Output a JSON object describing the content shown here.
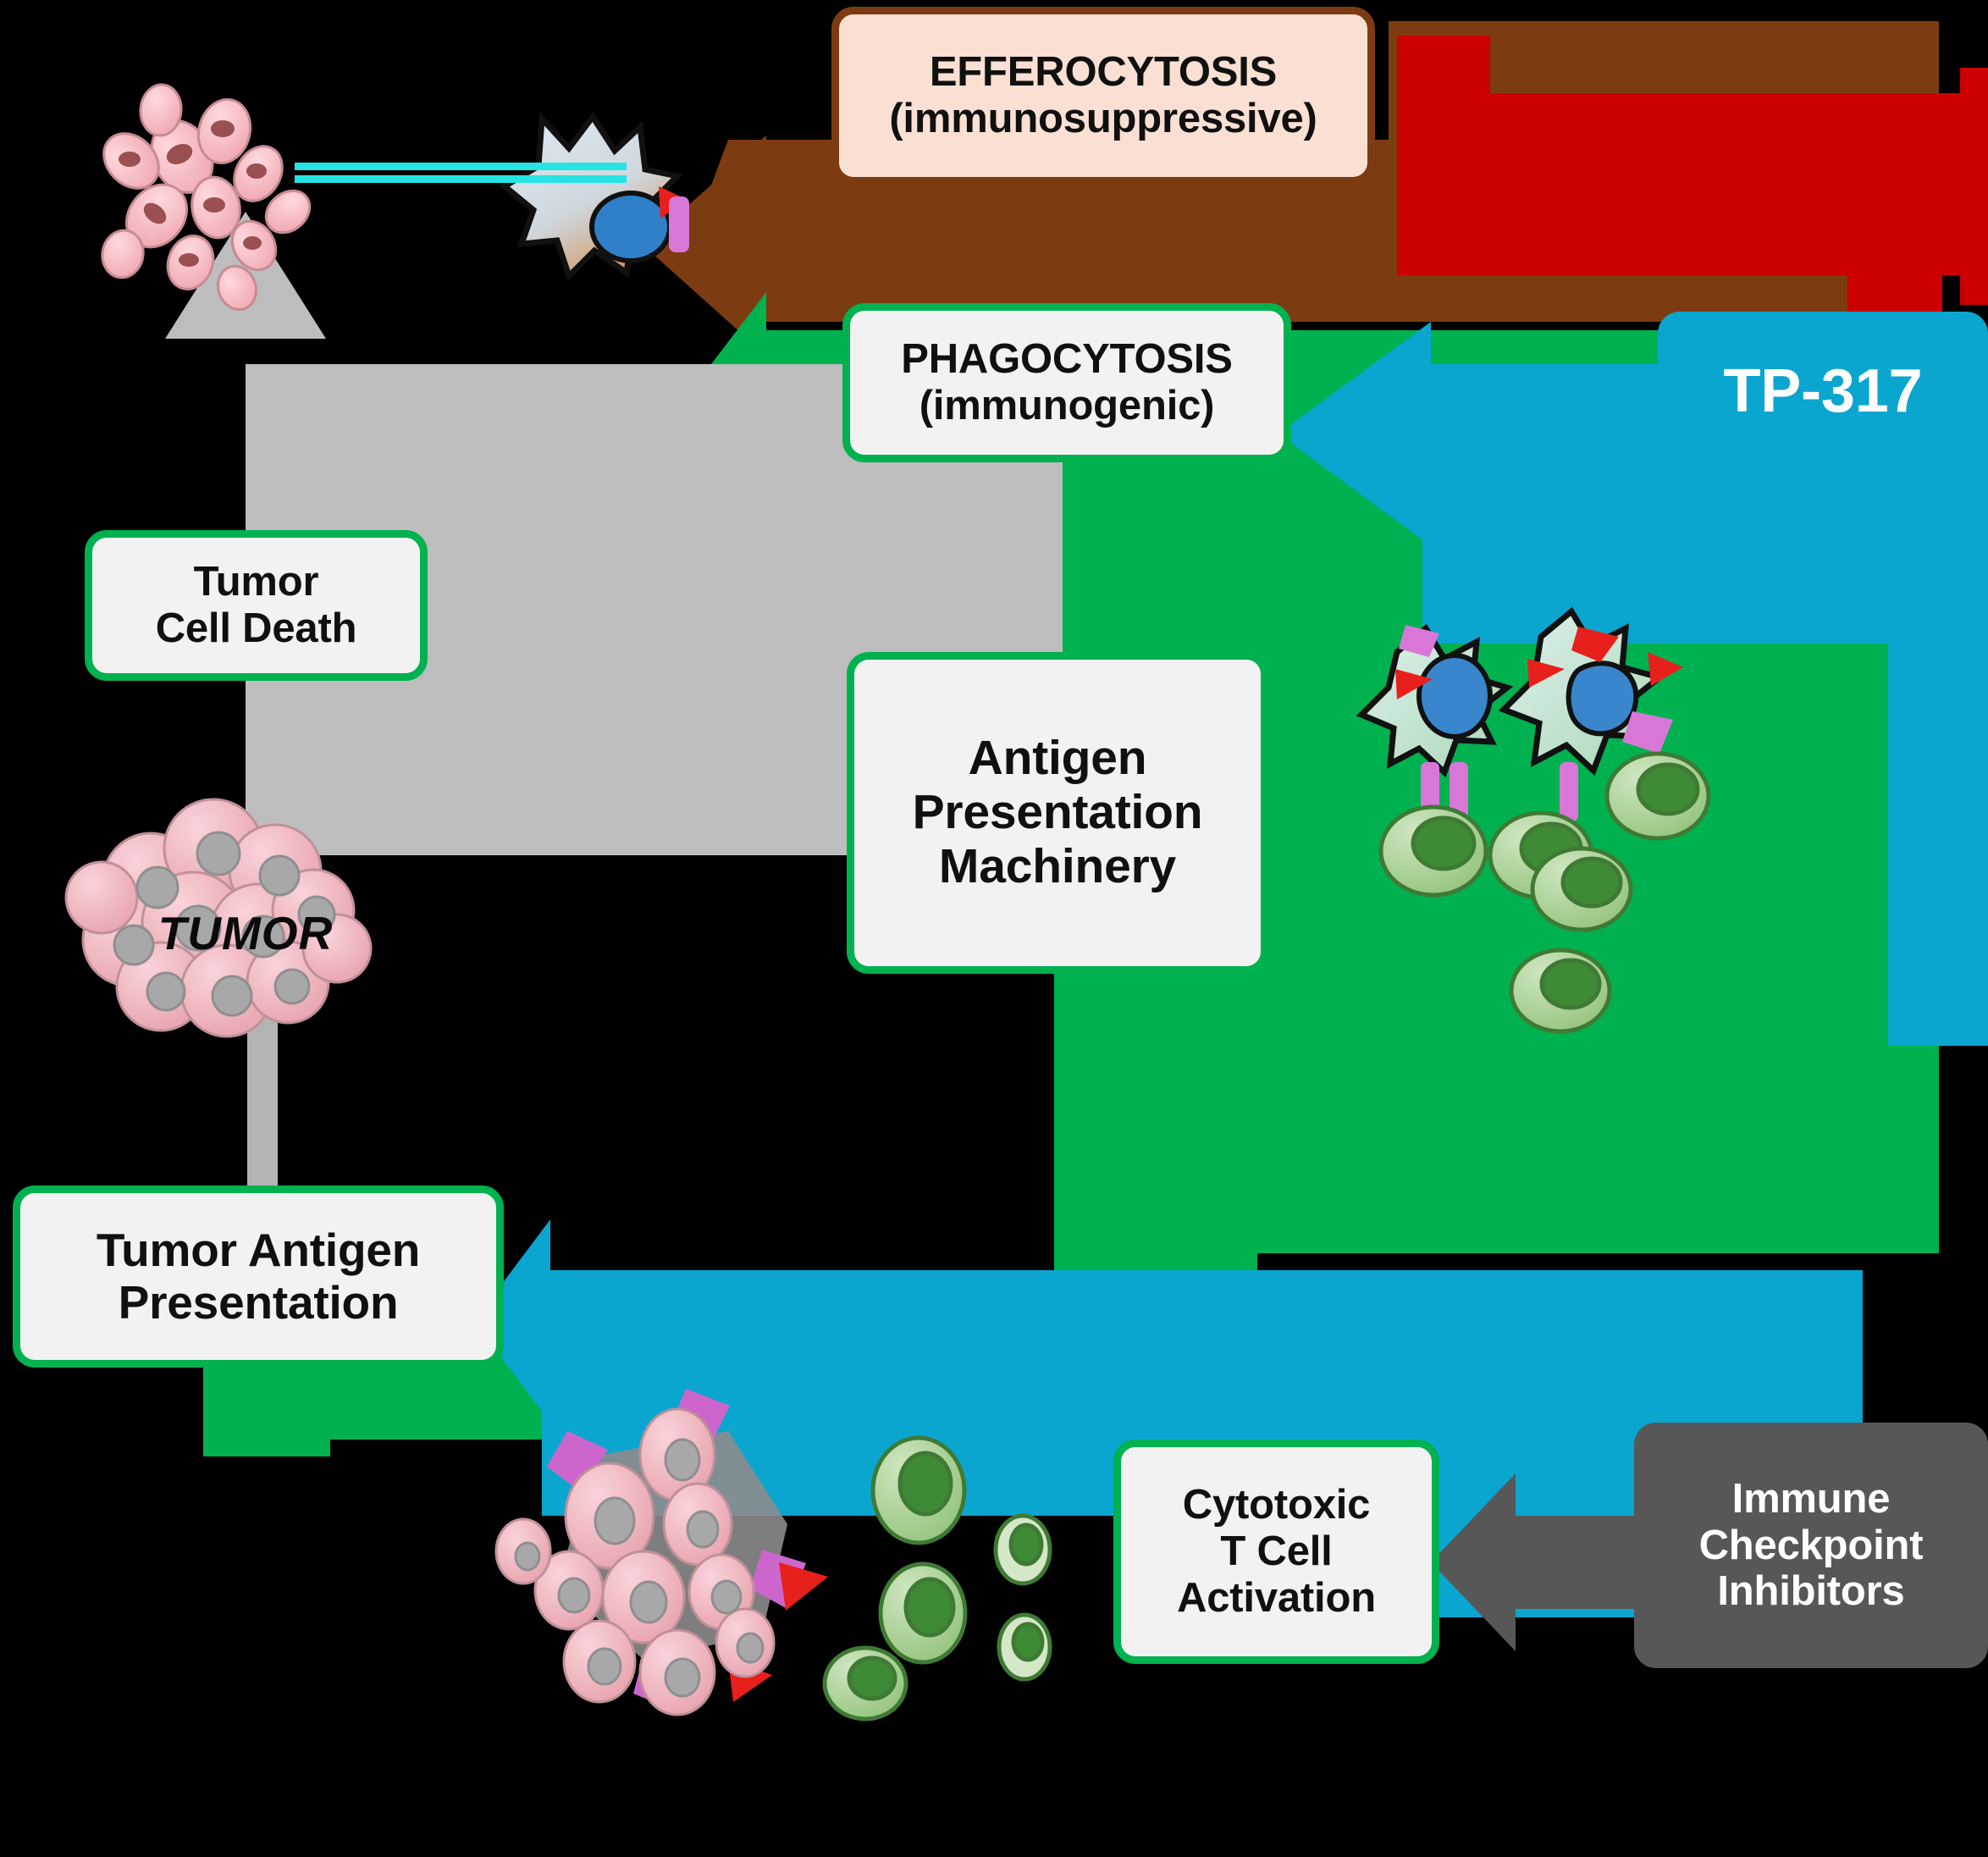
{
  "diagram": {
    "title": "Tumor immunity cycle — efferocytosis vs phagocytosis",
    "background_color": "#000000"
  },
  "boxes": {
    "efferocytosis": {
      "line1": "EFFEROCYTOSIS",
      "line2": "(immunosuppressive)",
      "fill": "#fae0d2",
      "border": "#7d3b12"
    },
    "phagocytosis": {
      "line1": "PHAGOCYTOSIS",
      "line2": "(immunogenic)",
      "fill": "#f2f2f2",
      "border": "#00b14f"
    },
    "tumor_cell_death": {
      "text": "Tumor\nCell Death",
      "fill": "#f2f2f2",
      "border": "#00b14f"
    },
    "antigen_presentation_machinery": {
      "text": "Antigen\nPresentation\nMachinery",
      "fill": "#f2f2f2",
      "border": "#00b14f"
    },
    "tumor_antigen_presentation": {
      "text": "Tumor Antigen\nPresentation",
      "fill": "#f2f2f2",
      "border": "#00b14f"
    },
    "cytotoxic_t_cell_activation": {
      "text": "Cytotoxic\nT Cell\nActivation",
      "fill": "#f2f2f2",
      "border": "#00b14f"
    },
    "tp317": {
      "text": "TP-317",
      "fill": "#0aa6cf",
      "text_color": "#ffffff"
    },
    "immune_checkpoint_inhibitors": {
      "text": "Immune\nCheckpoint\nInhibitors",
      "fill": "#575757",
      "text_color": "#ffffff"
    }
  },
  "labels": {
    "tumor": "TUMOR"
  },
  "arrows": [
    {
      "name": "efferocytosis-arrow",
      "color": "#7d3b12"
    },
    {
      "name": "phagocytosis-arrow",
      "color": "#00b14f"
    },
    {
      "name": "suppression-arrow",
      "color": "#cc0000"
    },
    {
      "name": "tp317-arrow",
      "color": "#0aa6cf"
    },
    {
      "name": "tumor-cell-death-arrow",
      "color": "#b3b3b3"
    },
    {
      "name": "checkpoint-inhibitor-arrow",
      "color": "#575757"
    }
  ],
  "cells": {
    "apoptotic_debris": "apoptotic tumor cell fragments",
    "macrophage": "macrophage engulfing tumor debris",
    "tumor_cluster": "tumor cell cluster",
    "antigen_presenting_cells": "antigen presenting cells displaying MHC-peptide",
    "t_cells": "cytotoxic T cells",
    "tumor_attack": "T cells attacking tumor cluster"
  },
  "palette": {
    "green": "#00b14f",
    "brown": "#7d3b12",
    "red": "#cc0000",
    "blue": "#0aa6cf",
    "grey": "#575757",
    "light_grey": "#b3b3b3",
    "cream": "#fae0d2",
    "tumor_pink": "#f0b4bd",
    "tcell_green": "#a8d49a",
    "apc_teal": "#d8ece8",
    "nucleus_blue": "#2f80c9",
    "mhc_magenta": "#d977d9",
    "antigen_red": "#e8201c"
  }
}
